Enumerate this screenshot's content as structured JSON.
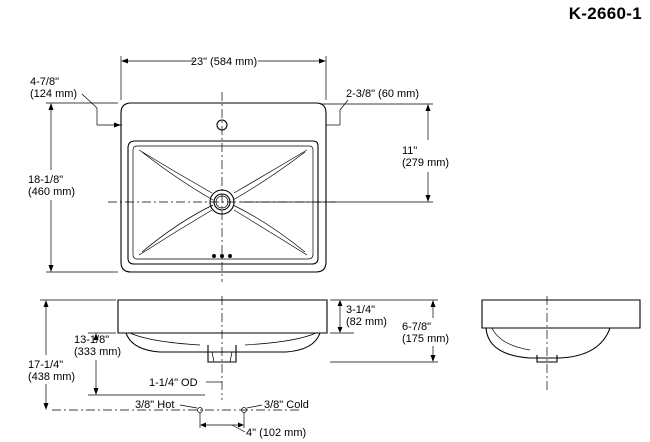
{
  "model_number": "K-2660-1",
  "dimensions": {
    "width": "23\" (584 mm)",
    "left_offset_in": "4-7/8\"",
    "left_offset_mm": "(124 mm)",
    "faucet_offset": "2-3/8\" (60 mm)",
    "center_drop_in": "11\"",
    "center_drop_mm": "(279 mm)",
    "depth_in": "18-1/8\"",
    "depth_mm": "(460 mm)",
    "rim_height_in": "3-1/4\"",
    "rim_height_mm": "(82 mm)",
    "bowl_height_in": "6-7/8\"",
    "bowl_height_mm": "(175 mm)",
    "drain_height_in": "13-1/8\"",
    "drain_height_mm": "(333 mm)",
    "overall_height_in": "17-1/4\"",
    "overall_height_mm": "(438 mm)",
    "outlet_od": "1-1/4\" OD",
    "hot": "3/8\" Hot",
    "cold": "3/8\" Cold",
    "supply_spacing": "4\" (102 mm)"
  }
}
